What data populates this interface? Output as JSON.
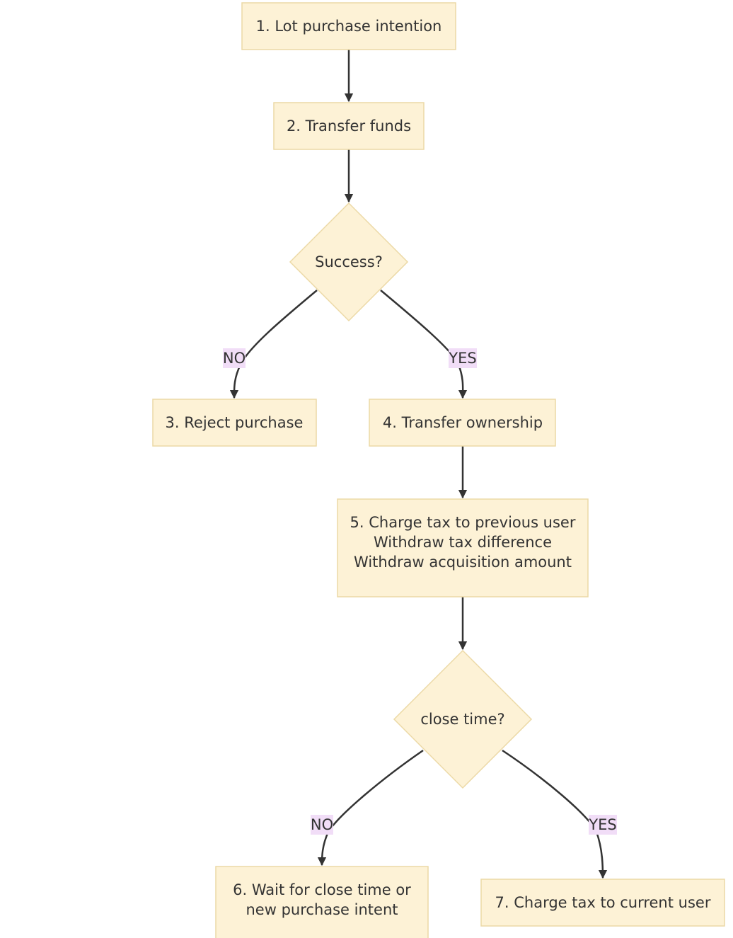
{
  "nodes": {
    "lot_purchase_intention": [
      "1. Lot purchase intention"
    ],
    "transfer_funds": [
      "2. Transfer funds"
    ],
    "success_decision": [
      "Success?"
    ],
    "reject_purchase": [
      "3. Reject purchase"
    ],
    "transfer_ownership": [
      "4. Transfer ownership"
    ],
    "charge_tax_previous": [
      "5. Charge tax to previous user",
      "Withdraw tax difference",
      "Withdraw acquisition amount"
    ],
    "close_time_decision": [
      "close time?"
    ],
    "wait_close_time": [
      "6. Wait for close time or",
      "new purchase intent"
    ],
    "charge_tax_current": [
      "7. Charge tax to current user"
    ]
  },
  "edges": {
    "success_no": "NO",
    "success_yes": "YES",
    "close_no": "NO",
    "close_yes": "YES"
  },
  "colors": {
    "node_fill": "#fdf2d6",
    "node_stroke": "#ecd9a6",
    "edge": "#333333",
    "edge_label_bg": "#f1ddf7"
  }
}
